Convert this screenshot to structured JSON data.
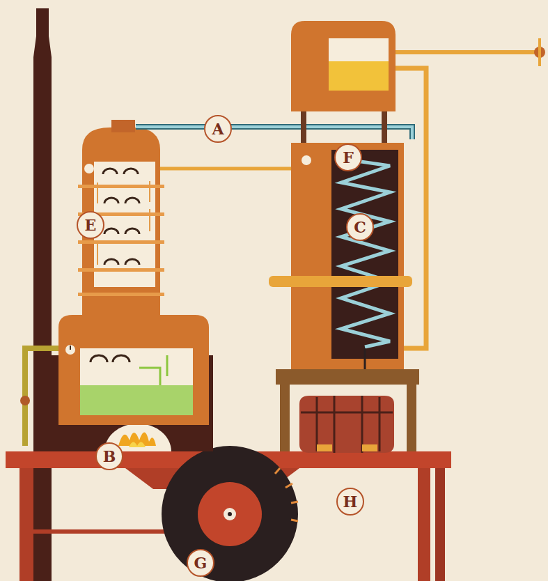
{
  "diagram": {
    "labels": [
      "A",
      "F",
      "E",
      "C",
      "B",
      "H",
      "G"
    ]
  }
}
